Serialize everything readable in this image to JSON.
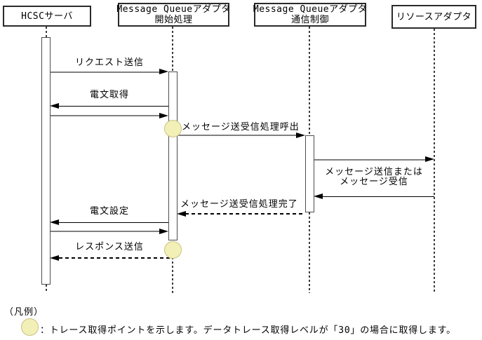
{
  "diagram": {
    "type": "sequence-diagram",
    "actors": [
      {
        "line1": "HCSCサーバ"
      },
      {
        "line1": "Message Queueアダプタ",
        "line2": "開始処理"
      },
      {
        "line1": "Message Queueアダプタ",
        "line2": "通信制御"
      },
      {
        "line1": "リソースアダプタ"
      }
    ],
    "messages": [
      {
        "label": "リクエスト送信",
        "from": "HCSCサーバ",
        "to": "Message Queueアダプタ 開始処理",
        "line": "solid",
        "direction": "right"
      },
      {
        "label": "電文取得",
        "from": "Message Queueアダプタ 開始処理",
        "to": "HCSCサーバ",
        "line": "solid",
        "direction": "left-then-right"
      },
      {
        "label": "メッセージ送受信処理呼出",
        "from": "Message Queueアダプタ 開始処理",
        "to": "Message Queueアダプタ 通信制御",
        "line": "solid",
        "direction": "right",
        "trace_point": true
      },
      {
        "label_line1": "メッセージ送信または",
        "label_line2": "メッセージ受信",
        "from": "Message Queueアダプタ 通信制御",
        "to": "リソースアダプタ",
        "line": "solid",
        "direction": "right-then-left"
      },
      {
        "label": "メッセージ送受信処理完了",
        "from": "Message Queueアダプタ 通信制御",
        "to": "Message Queueアダプタ 開始処理",
        "line": "dashed",
        "direction": "left"
      },
      {
        "label": "電文設定",
        "from": "Message Queueアダプタ 開始処理",
        "to": "HCSCサーバ",
        "line": "solid",
        "direction": "left-then-right"
      },
      {
        "label": "レスポンス送信",
        "from": "Message Queueアダプタ 開始処理",
        "to": "HCSCサーバ",
        "line": "dashed",
        "direction": "left",
        "trace_point": true
      }
    ],
    "legend": {
      "heading": "（凡例）",
      "trace_text": "：トレース取得ポイントを示します。データトレース取得レベルが「30」の場合に取得します。"
    },
    "colors": {
      "trace_point_fill": "#f2efb7",
      "trace_point_border": "#c9c483",
      "call_line": "#7f7f7f",
      "message_line": "#000000",
      "background": "#ffffff"
    }
  }
}
